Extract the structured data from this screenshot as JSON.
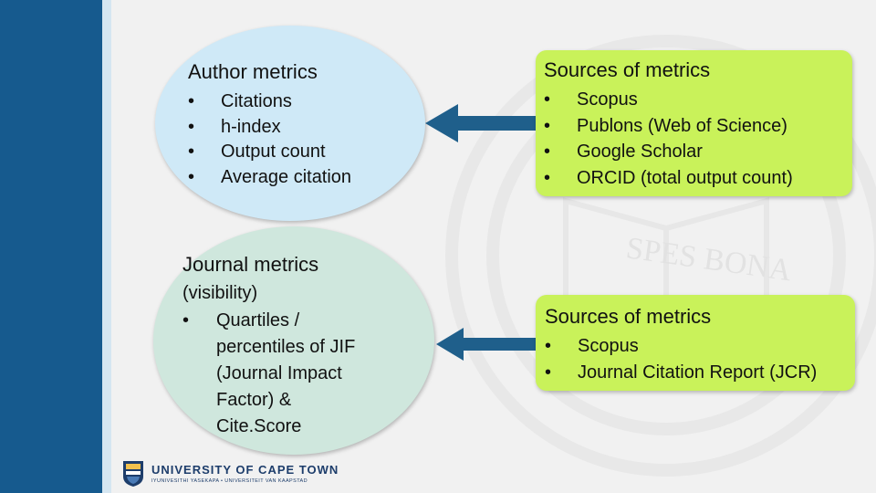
{
  "author": {
    "title": "Author metrics",
    "items": [
      "Citations",
      "h-index",
      "Output count",
      "Average citation"
    ]
  },
  "journal": {
    "title": "Journal metrics",
    "note": "(visibility)",
    "item_lines": [
      "Quartiles /",
      "percentiles of JIF",
      "(Journal Impact",
      "Factor) &",
      "Cite.Score"
    ]
  },
  "sources_author": {
    "title": "Sources of metrics",
    "items": [
      "Scopus",
      "Publons (Web of Science)",
      "Google Scholar",
      "ORCID (total output count)"
    ]
  },
  "sources_journal": {
    "title": "Sources of metrics",
    "items": [
      "Scopus",
      "Journal Citation Report (JCR)"
    ]
  },
  "footer": {
    "university": "UNIVERSITY OF CAPE TOWN",
    "tagline": "IYUNIVESITHI YASEKAPA • UNIVERSITEIT VAN KAAPSTAD",
    "watermark_motto": "SPES BONA"
  },
  "colors": {
    "sidebar": "#165a8e",
    "author_oval": "#cfe9f7",
    "journal_oval": "#cfe7dd",
    "sources_box": "#c9f25a",
    "arrow": "#1f5f8b"
  },
  "bullet_glyph": "•"
}
